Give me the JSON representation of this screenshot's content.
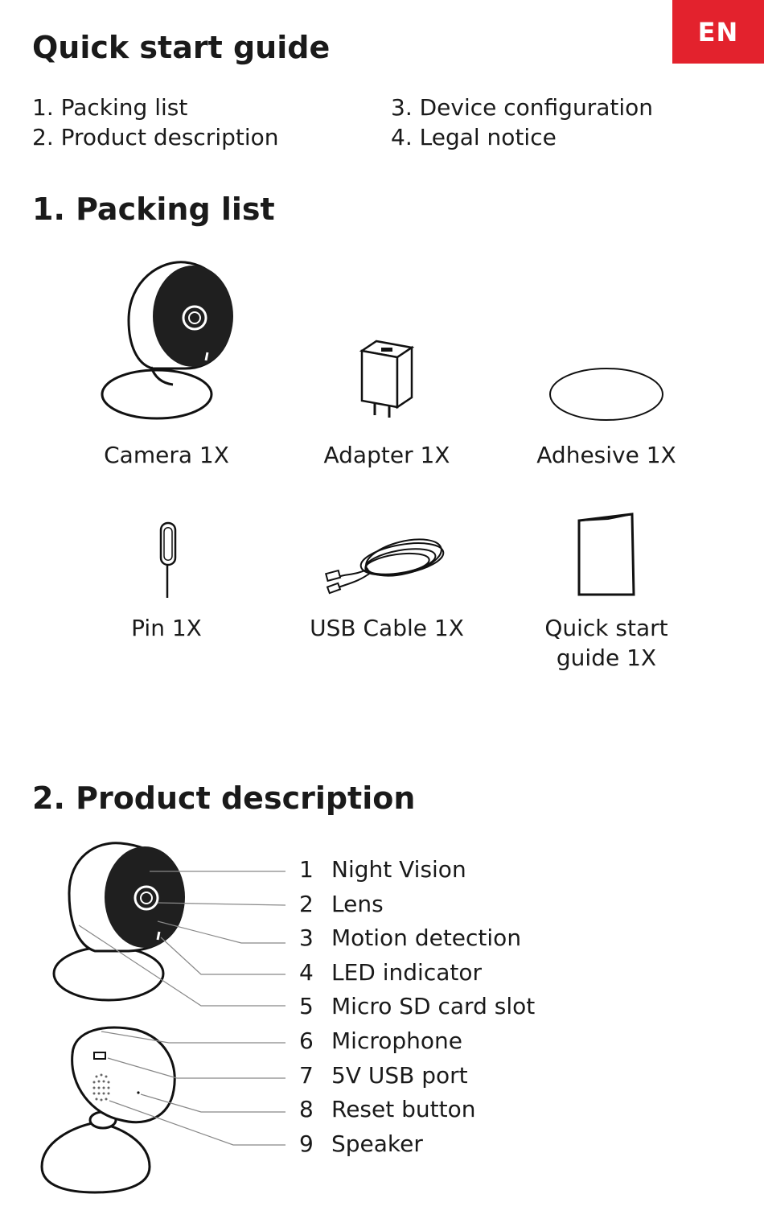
{
  "header": {
    "title": "Quick start guide",
    "language_badge": "EN",
    "brand_color": "#e3222d"
  },
  "toc": {
    "items": [
      "1. Packing list",
      "2. Product description",
      "3. Device configuration",
      "4. Legal notice"
    ]
  },
  "packing_list": {
    "heading": "1. Packing list",
    "items": [
      {
        "label": "Camera 1X",
        "icon": "camera-icon"
      },
      {
        "label": "Adapter 1X",
        "icon": "adapter-icon"
      },
      {
        "label": "Adhesive 1X",
        "icon": "adhesive-icon"
      },
      {
        "label": "Pin 1X",
        "icon": "pin-icon"
      },
      {
        "label": "USB Cable 1X",
        "icon": "usb-cable-icon"
      },
      {
        "label": "Quick start guide 1X",
        "icon": "booklet-icon"
      }
    ]
  },
  "product_description": {
    "heading": "2. Product description",
    "parts": [
      {
        "num": "1",
        "label": "Night Vision"
      },
      {
        "num": "2",
        "label": "Lens"
      },
      {
        "num": "3",
        "label": "Motion detection"
      },
      {
        "num": "4",
        "label": "LED indicator"
      },
      {
        "num": "5",
        "label": "Micro SD card slot"
      },
      {
        "num": "6",
        "label": "Microphone"
      },
      {
        "num": "7",
        "label": "5V USB port"
      },
      {
        "num": "8",
        "label": "Reset button"
      },
      {
        "num": "9",
        "label": "Speaker"
      }
    ]
  }
}
